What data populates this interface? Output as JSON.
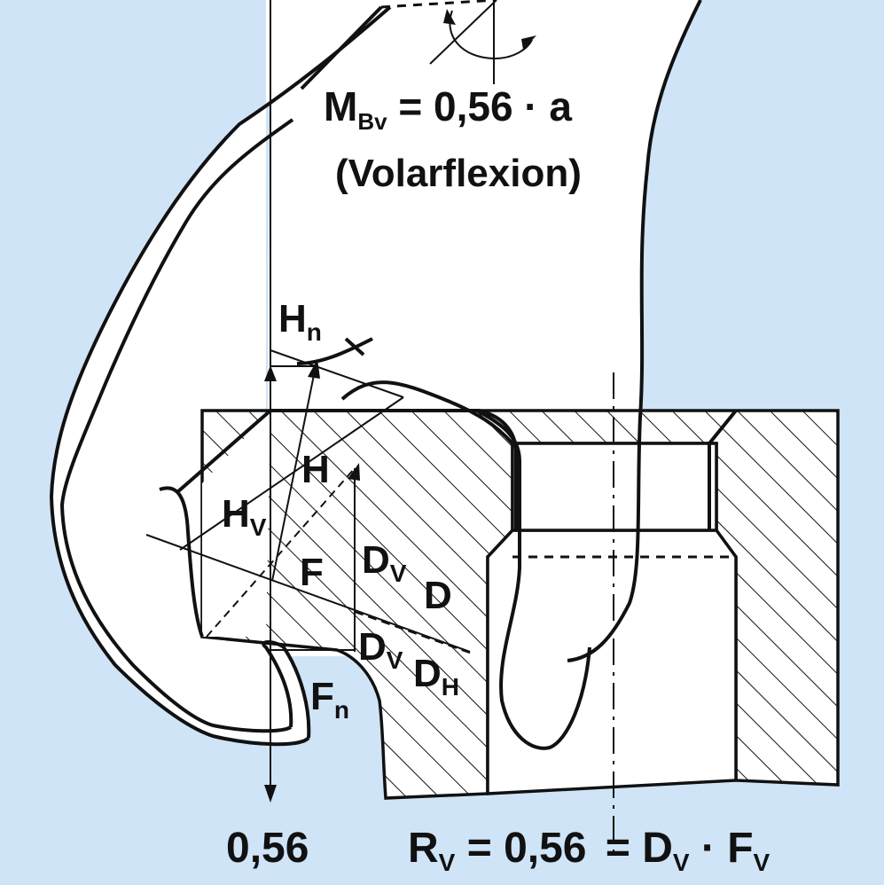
{
  "formula_moment": {
    "main": "M",
    "sub": "Bv",
    "rest": " = 0,56 · a"
  },
  "formula_moment_note": "(Volarflexion)",
  "labels": {
    "Hn": {
      "main": "H",
      "sub": "n"
    },
    "H": "H",
    "Hv": {
      "main": "H",
      "sub": "V"
    },
    "F": "F",
    "Dv_upper": {
      "main": "D",
      "sub": "V"
    },
    "D": "D",
    "Dv_lower": {
      "main": "D",
      "sub": "V"
    },
    "Dh": {
      "main": "D",
      "sub": "H"
    },
    "Fn": {
      "main": "F",
      "sub": "n"
    }
  },
  "bottom_left_value": "0,56",
  "formula_reaction": {
    "p1": "R",
    "s1": "V",
    "p2": " = 0,56 ",
    "p3": "= D",
    "s3": "V",
    "p4": " · F",
    "s4": "V"
  },
  "colors": {
    "background": "#cfe4f7",
    "hand_fill": "#ffffff",
    "stroke": "#111111"
  }
}
